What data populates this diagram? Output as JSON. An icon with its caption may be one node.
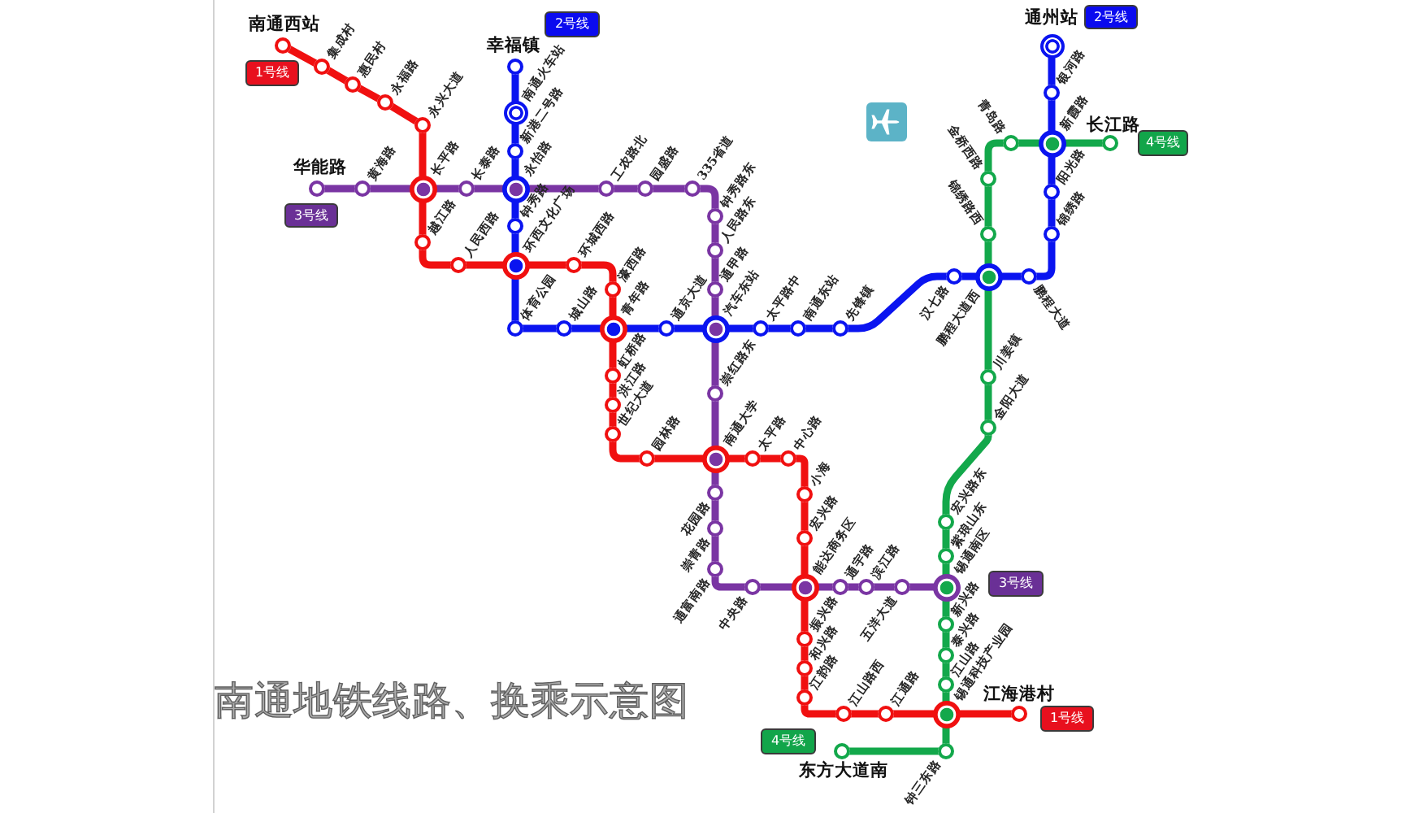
{
  "diagram": {
    "title": "南通地铁线路、换乘示意图",
    "nodes": [
      {
        "text": [
          "南通西站"
        ]
      },
      {
        "text": [
          "集成村"
        ]
      },
      {
        "text": [
          "惠民村"
        ]
      },
      {
        "text": [
          "永福路"
        ]
      },
      {
        "text": [
          "永兴大道"
        ]
      },
      {
        "text": [
          "长平路"
        ]
      },
      {
        "text": [
          "越江路"
        ]
      },
      {
        "text": [
          "人民西路"
        ]
      },
      {
        "text": [
          "环西文化广场"
        ]
      },
      {
        "text": [
          "环城西路"
        ]
      },
      {
        "text": [
          "濠西路"
        ]
      },
      {
        "text": [
          "青年路"
        ]
      },
      {
        "text": [
          "虹桥路"
        ]
      },
      {
        "text": [
          "洪江路"
        ]
      },
      {
        "text": [
          "世纪大道"
        ]
      },
      {
        "text": [
          "园林路"
        ]
      },
      {
        "text": [
          "南通大学"
        ]
      },
      {
        "text": [
          "太平路"
        ]
      },
      {
        "text": [
          "中心路"
        ]
      },
      {
        "text": [
          "小海"
        ]
      },
      {
        "text": [
          "宏兴路"
        ]
      },
      {
        "text": [
          "能达商务区"
        ]
      },
      {
        "text": [
          "振兴路"
        ]
      },
      {
        "text": [
          "和兴路"
        ]
      },
      {
        "text": [
          "江韵路"
        ]
      },
      {
        "text": [
          "江山路西"
        ]
      },
      {
        "text": [
          "江通路"
        ]
      },
      {
        "text": [
          "锡通科技产业园"
        ]
      },
      {
        "text": [
          "江海港村"
        ]
      },
      {
        "text": [
          "幸福镇"
        ]
      },
      {
        "text": [
          "南通火车站"
        ]
      },
      {
        "text": [
          "新港二号路"
        ]
      },
      {
        "text": [
          "永怡路"
        ]
      },
      {
        "text": [
          "钟秀路"
        ]
      },
      {
        "text": [
          "体育公园"
        ]
      },
      {
        "text": [
          "城山路"
        ]
      },
      {
        "text": [
          "通京大道"
        ]
      },
      {
        "text": [
          "汽车东站"
        ]
      },
      {
        "text": [
          "太平路中"
        ]
      },
      {
        "text": [
          "南通东站"
        ]
      },
      {
        "text": [
          "先锋镇"
        ]
      },
      {
        "text": [
          "汉七路"
        ]
      },
      {
        "text": [
          "鹏程大道西"
        ]
      },
      {
        "text": [
          "鹏程大道"
        ]
      },
      {
        "text": [
          "锦绣路"
        ]
      },
      {
        "text": [
          "阳光路"
        ]
      },
      {
        "text": [
          "新霞路"
        ]
      },
      {
        "text": [
          "银河路"
        ]
      },
      {
        "text": [
          "通州站"
        ]
      },
      {
        "text": [
          "华能路"
        ]
      },
      {
        "text": [
          "黄海路"
        ]
      },
      {
        "text": [
          "长泰路"
        ]
      },
      {
        "text": [
          "工农路北"
        ]
      },
      {
        "text": [
          "园盛路"
        ]
      },
      {
        "text": [
          "335省道"
        ]
      },
      {
        "text": [
          "钟秀路东"
        ]
      },
      {
        "text": [
          "人民路东"
        ]
      },
      {
        "text": [
          "通甲路"
        ]
      },
      {
        "text": [
          "崇红路东"
        ]
      },
      {
        "text": [
          "花园路"
        ]
      },
      {
        "text": [
          "崇青路"
        ]
      },
      {
        "text": [
          "通富南路"
        ]
      },
      {
        "text": [
          "中央路"
        ]
      },
      {
        "text": [
          "通宇路"
        ]
      },
      {
        "text": [
          "滨江路"
        ]
      },
      {
        "text": [
          "五洋大道"
        ]
      },
      {
        "text": [
          "锡通南区"
        ]
      },
      {
        "text": [
          "长江路"
        ]
      },
      {
        "text": [
          "青岛路"
        ]
      },
      {
        "text": [
          "金桥西路"
        ]
      },
      {
        "text": [
          "锦绣路西"
        ]
      },
      {
        "text": [
          "川姜镇"
        ]
      },
      {
        "text": [
          "金阳大道"
        ]
      },
      {
        "text": [
          "宏兴路东"
        ]
      },
      {
        "text": [
          "紫琅山东"
        ]
      },
      {
        "text": [
          "新兴路"
        ]
      },
      {
        "text": [
          "泰兴路"
        ]
      },
      {
        "text": [
          "江山路"
        ]
      },
      {
        "text": [
          "钟三东路"
        ]
      },
      {
        "text": [
          "东方大道南"
        ]
      },
      {
        "text": [
          "1号线"
        ]
      },
      {
        "text": [
          "2号线"
        ]
      },
      {
        "text": [
          "3号线"
        ]
      },
      {
        "text": [
          "2号线"
        ]
      },
      {
        "text": [
          "4号线"
        ]
      },
      {
        "text": [
          "3号线"
        ]
      },
      {
        "text": [
          "4号线"
        ]
      },
      {
        "text": [
          "1号线"
        ]
      }
    ],
    "edges": [
      {
        "from": 0,
        "to": 1,
        "arrow": "none",
        "color": "#f01010"
      },
      {
        "from": 1,
        "to": 2,
        "arrow": "none",
        "color": "#f01010"
      },
      {
        "from": 2,
        "to": 3,
        "arrow": "none",
        "color": "#f01010"
      },
      {
        "from": 3,
        "to": 4,
        "arrow": "none",
        "color": "#f01010"
      },
      {
        "from": 4,
        "to": 5,
        "arrow": "none",
        "color": "#f01010"
      },
      {
        "from": 5,
        "to": 6,
        "arrow": "none",
        "color": "#f01010"
      },
      {
        "from": 6,
        "to": 7,
        "arrow": "none",
        "color": "#f01010"
      },
      {
        "from": 7,
        "to": 8,
        "arrow": "none",
        "color": "#f01010"
      },
      {
        "from": 8,
        "to": 9,
        "arrow": "none",
        "color": "#f01010"
      },
      {
        "from": 9,
        "to": 10,
        "arrow": "none",
        "color": "#f01010"
      },
      {
        "from": 10,
        "to": 11,
        "arrow": "none",
        "color": "#f01010"
      },
      {
        "from": 11,
        "to": 12,
        "arrow": "none",
        "color": "#f01010"
      },
      {
        "from": 12,
        "to": 13,
        "arrow": "none",
        "color": "#f01010"
      },
      {
        "from": 13,
        "to": 14,
        "arrow": "none",
        "color": "#f01010"
      },
      {
        "from": 14,
        "to": 15,
        "arrow": "none",
        "color": "#f01010"
      },
      {
        "from": 15,
        "to": 16,
        "arrow": "none",
        "color": "#f01010"
      },
      {
        "from": 16,
        "to": 17,
        "arrow": "none",
        "color": "#f01010"
      },
      {
        "from": 17,
        "to": 18,
        "arrow": "none",
        "color": "#f01010"
      },
      {
        "from": 18,
        "to": 19,
        "arrow": "none",
        "color": "#f01010"
      },
      {
        "from": 19,
        "to": 20,
        "arrow": "none",
        "color": "#f01010"
      },
      {
        "from": 20,
        "to": 21,
        "arrow": "none",
        "color": "#f01010"
      },
      {
        "from": 21,
        "to": 22,
        "arrow": "none",
        "color": "#f01010"
      },
      {
        "from": 22,
        "to": 23,
        "arrow": "none",
        "color": "#f01010"
      },
      {
        "from": 23,
        "to": 24,
        "arrow": "none",
        "color": "#f01010"
      },
      {
        "from": 24,
        "to": 25,
        "arrow": "none",
        "color": "#f01010"
      },
      {
        "from": 25,
        "to": 26,
        "arrow": "none",
        "color": "#f01010"
      },
      {
        "from": 26,
        "to": 27,
        "arrow": "none",
        "color": "#f01010"
      },
      {
        "from": 27,
        "to": 28,
        "arrow": "none",
        "color": "#f01010"
      },
      {
        "from": 29,
        "to": 30,
        "arrow": "none",
        "color": "#0a14f0"
      },
      {
        "from": 30,
        "to": 31,
        "arrow": "none",
        "color": "#0a14f0"
      },
      {
        "from": 31,
        "to": 32,
        "arrow": "none",
        "color": "#0a14f0"
      },
      {
        "from": 32,
        "to": 33,
        "arrow": "none",
        "color": "#0a14f0"
      },
      {
        "from": 33,
        "to": 8,
        "arrow": "none",
        "color": "#0a14f0"
      },
      {
        "from": 8,
        "to": 34,
        "arrow": "none",
        "color": "#0a14f0"
      },
      {
        "from": 34,
        "to": 35,
        "arrow": "none",
        "color": "#0a14f0"
      },
      {
        "from": 35,
        "to": 11,
        "arrow": "none",
        "color": "#0a14f0"
      },
      {
        "from": 11,
        "to": 36,
        "arrow": "none",
        "color": "#0a14f0"
      },
      {
        "from": 36,
        "to": 37,
        "arrow": "none",
        "color": "#0a14f0"
      },
      {
        "from": 37,
        "to": 38,
        "arrow": "none",
        "color": "#0a14f0"
      },
      {
        "from": 38,
        "to": 39,
        "arrow": "none",
        "color": "#0a14f0"
      },
      {
        "from": 39,
        "to": 40,
        "arrow": "none",
        "color": "#0a14f0"
      },
      {
        "from": 40,
        "to": 41,
        "arrow": "none",
        "color": "#0a14f0"
      },
      {
        "from": 41,
        "to": 42,
        "arrow": "none",
        "color": "#0a14f0"
      },
      {
        "from": 42,
        "to": 43,
        "arrow": "none",
        "color": "#0a14f0"
      },
      {
        "from": 43,
        "to": 44,
        "arrow": "none",
        "color": "#0a14f0"
      },
      {
        "from": 44,
        "to": 45,
        "arrow": "none",
        "color": "#0a14f0"
      },
      {
        "from": 45,
        "to": 46,
        "arrow": "none",
        "color": "#0a14f0"
      },
      {
        "from": 46,
        "to": 47,
        "arrow": "none",
        "color": "#0a14f0"
      },
      {
        "from": 47,
        "to": 48,
        "arrow": "none",
        "color": "#0a14f0"
      },
      {
        "from": 49,
        "to": 50,
        "arrow": "none",
        "color": "#7a35a3"
      },
      {
        "from": 50,
        "to": 5,
        "arrow": "none",
        "color": "#7a35a3"
      },
      {
        "from": 5,
        "to": 51,
        "arrow": "none",
        "color": "#7a35a3"
      },
      {
        "from": 51,
        "to": 32,
        "arrow": "none",
        "color": "#7a35a3"
      },
      {
        "from": 32,
        "to": 52,
        "arrow": "none",
        "color": "#7a35a3"
      },
      {
        "from": 52,
        "to": 53,
        "arrow": "none",
        "color": "#7a35a3"
      },
      {
        "from": 53,
        "to": 54,
        "arrow": "none",
        "color": "#7a35a3"
      },
      {
        "from": 54,
        "to": 55,
        "arrow": "none",
        "color": "#7a35a3"
      },
      {
        "from": 55,
        "to": 56,
        "arrow": "none",
        "color": "#7a35a3"
      },
      {
        "from": 56,
        "to": 57,
        "arrow": "none",
        "color": "#7a35a3"
      },
      {
        "from": 57,
        "to": 37,
        "arrow": "none",
        "color": "#7a35a3"
      },
      {
        "from": 37,
        "to": 58,
        "arrow": "none",
        "color": "#7a35a3"
      },
      {
        "from": 58,
        "to": 16,
        "arrow": "none",
        "color": "#7a35a3"
      },
      {
        "from": 16,
        "to": 59,
        "arrow": "none",
        "color": "#7a35a3"
      },
      {
        "from": 59,
        "to": 60,
        "arrow": "none",
        "color": "#7a35a3"
      },
      {
        "from": 60,
        "to": 61,
        "arrow": "none",
        "color": "#7a35a3"
      },
      {
        "from": 61,
        "to": 62,
        "arrow": "none",
        "color": "#7a35a3"
      },
      {
        "from": 62,
        "to": 21,
        "arrow": "none",
        "color": "#7a35a3"
      },
      {
        "from": 21,
        "to": 63,
        "arrow": "none",
        "color": "#7a35a3"
      },
      {
        "from": 63,
        "to": 64,
        "arrow": "none",
        "color": "#7a35a3"
      },
      {
        "from": 64,
        "to": 65,
        "arrow": "none",
        "color": "#7a35a3"
      },
      {
        "from": 65,
        "to": 66,
        "arrow": "none",
        "color": "#7a35a3"
      },
      {
        "from": 67,
        "to": 46,
        "arrow": "none",
        "color": "#13a84b"
      },
      {
        "from": 46,
        "to": 68,
        "arrow": "none",
        "color": "#13a84b"
      },
      {
        "from": 68,
        "to": 69,
        "arrow": "none",
        "color": "#13a84b"
      },
      {
        "from": 69,
        "to": 70,
        "arrow": "none",
        "color": "#13a84b"
      },
      {
        "from": 70,
        "to": 42,
        "arrow": "none",
        "color": "#13a84b"
      },
      {
        "from": 42,
        "to": 71,
        "arrow": "none",
        "color": "#13a84b"
      },
      {
        "from": 71,
        "to": 72,
        "arrow": "none",
        "color": "#13a84b"
      },
      {
        "from": 72,
        "to": 73,
        "arrow": "none",
        "color": "#13a84b"
      },
      {
        "from": 73,
        "to": 74,
        "arrow": "none",
        "color": "#13a84b"
      },
      {
        "from": 74,
        "to": 66,
        "arrow": "none",
        "color": "#13a84b"
      },
      {
        "from": 66,
        "to": 75,
        "arrow": "none",
        "color": "#13a84b"
      },
      {
        "from": 75,
        "to": 76,
        "arrow": "none",
        "color": "#13a84b"
      },
      {
        "from": 76,
        "to": 77,
        "arrow": "none",
        "color": "#13a84b"
      },
      {
        "from": 77,
        "to": 27,
        "arrow": "none",
        "color": "#13a84b"
      },
      {
        "from": 27,
        "to": 78,
        "arrow": "none",
        "color": "#13a84b"
      },
      {
        "from": 78,
        "to": 79,
        "arrow": "none",
        "color": "#13a84b"
      }
    ]
  }
}
